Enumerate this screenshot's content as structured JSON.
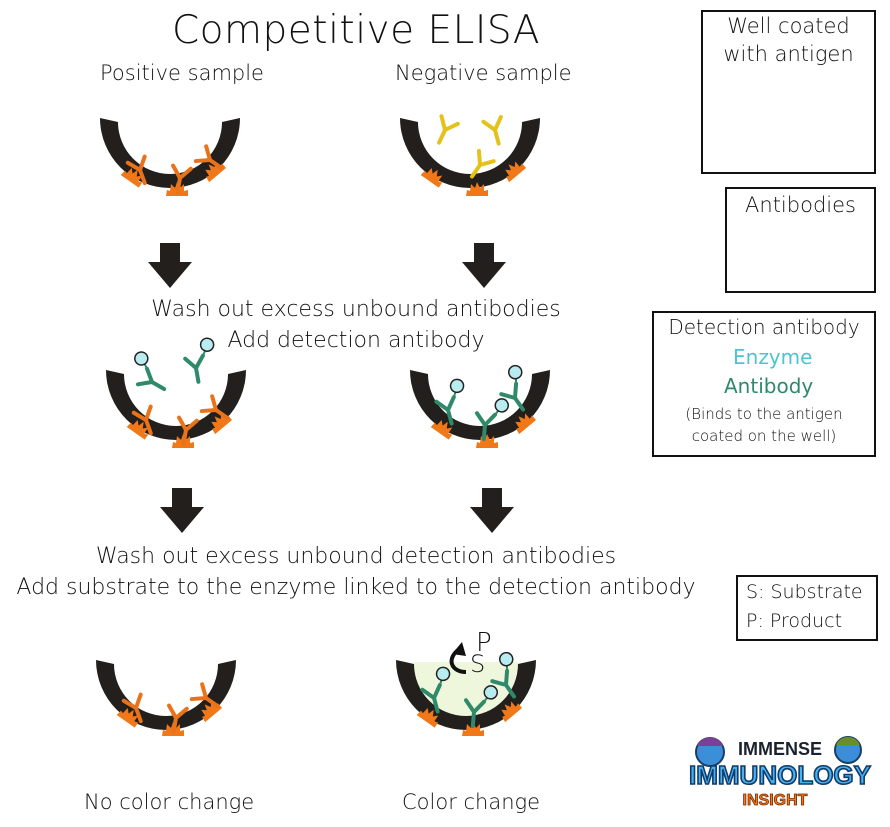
{
  "title": "Competitive ELISA",
  "columns": {
    "positive": "Positive sample",
    "negative": "Negative sample"
  },
  "steps": [
    {
      "line1": "Wash out excess unbound antibodies",
      "line2": "Add detection antibody"
    },
    {
      "line1": "Wash out excess unbound detection antibodies",
      "line2": "Add substrate to the enzyme linked to the detection antibody"
    }
  ],
  "results": {
    "positive": "No color change",
    "negative": "Color change"
  },
  "reaction_labels": {
    "substrate": "S",
    "product": "P"
  },
  "legend": {
    "well": {
      "line1": "Well coated",
      "line2": "with antigen"
    },
    "antibodies": {
      "title": "Antibodies"
    },
    "detection": {
      "title": "Detection antibody",
      "enzyme": "Enzyme",
      "antibody": "Antibody",
      "note1": "(Binds to the antigen",
      "note2": "coated on the well)"
    },
    "sp": {
      "s": "S: Substrate",
      "p": "P: Product"
    }
  },
  "logo": {
    "line1": "IMMENSE",
    "line2": "IMMUNOLOGY",
    "line3": "INSIGHT"
  },
  "colors": {
    "well": "#231f1c",
    "antigen": "#f07818",
    "antibody_orange": "#e8731a",
    "antibody_yellow": "#f2d22a",
    "detection_antibody": "#2f8a6a",
    "enzyme": "#b9ecf0",
    "enzyme_text": "#4fc3d0",
    "antibody_text": "#2f8a6a",
    "product_fill": "#eef7dc"
  }
}
